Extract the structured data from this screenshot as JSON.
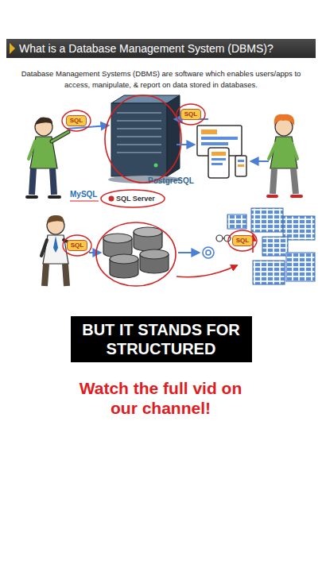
{
  "diagram": {
    "title": "What is a Database Management System (DBMS)?",
    "nodes": [
      {
        "text": [
          "SQL"
        ]
      },
      {
        "text": [
          "SQL"
        ]
      },
      {
        "text": [
          "SQL"
        ]
      },
      {
        "text": [
          "SQL"
        ]
      },
      {
        "text": [
          "BUT IT STANDS FOR STRUCTURED"
        ]
      }
    ],
    "labels": [
      "Database Management Systems (DBMS) are software which enables users/apps to access, manipulate, & report on data stored in databases.",
      "MySQL",
      "SQL Server",
      "PostgreSQL",
      "Watch the full vid on our channel!"
    ]
  }
}
